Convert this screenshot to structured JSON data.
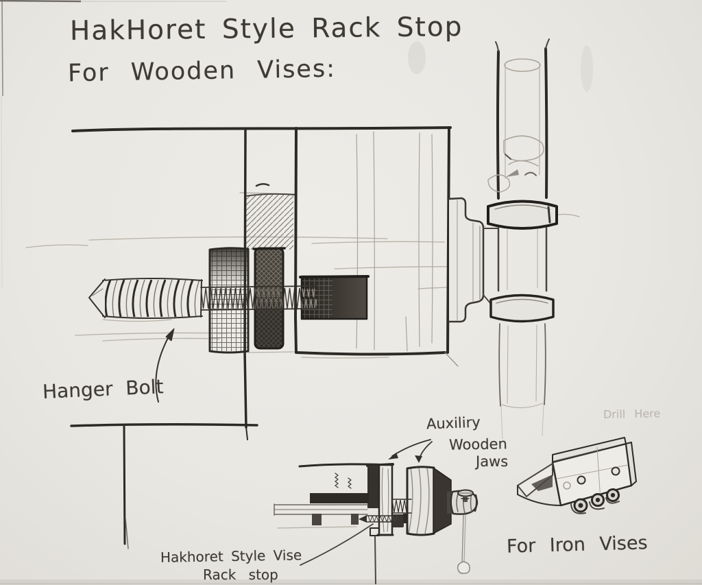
{
  "page": {
    "background": "#e9e7e2",
    "pencil_dark": "#2c2a25",
    "pencil": "#4a463f",
    "pencil_light": "#8d8880",
    "pencil_faint": "#b6b1a7"
  },
  "title": {
    "line1": "HakHoret Style Rack Stop",
    "line2": "For Wooden Vises:"
  },
  "annotations": {
    "hanger_bolt": "Hanger Bolt",
    "auxiliary_jaws": {
      "line1": "Auxiliry",
      "line2": "Wooden",
      "line3": "Jaws"
    },
    "rack_stop": {
      "line1": "Hakhoret Style Vise",
      "line2": "Rack stop"
    },
    "iron_vises": "For Iron Vises",
    "drill_here": "Drill Here"
  }
}
